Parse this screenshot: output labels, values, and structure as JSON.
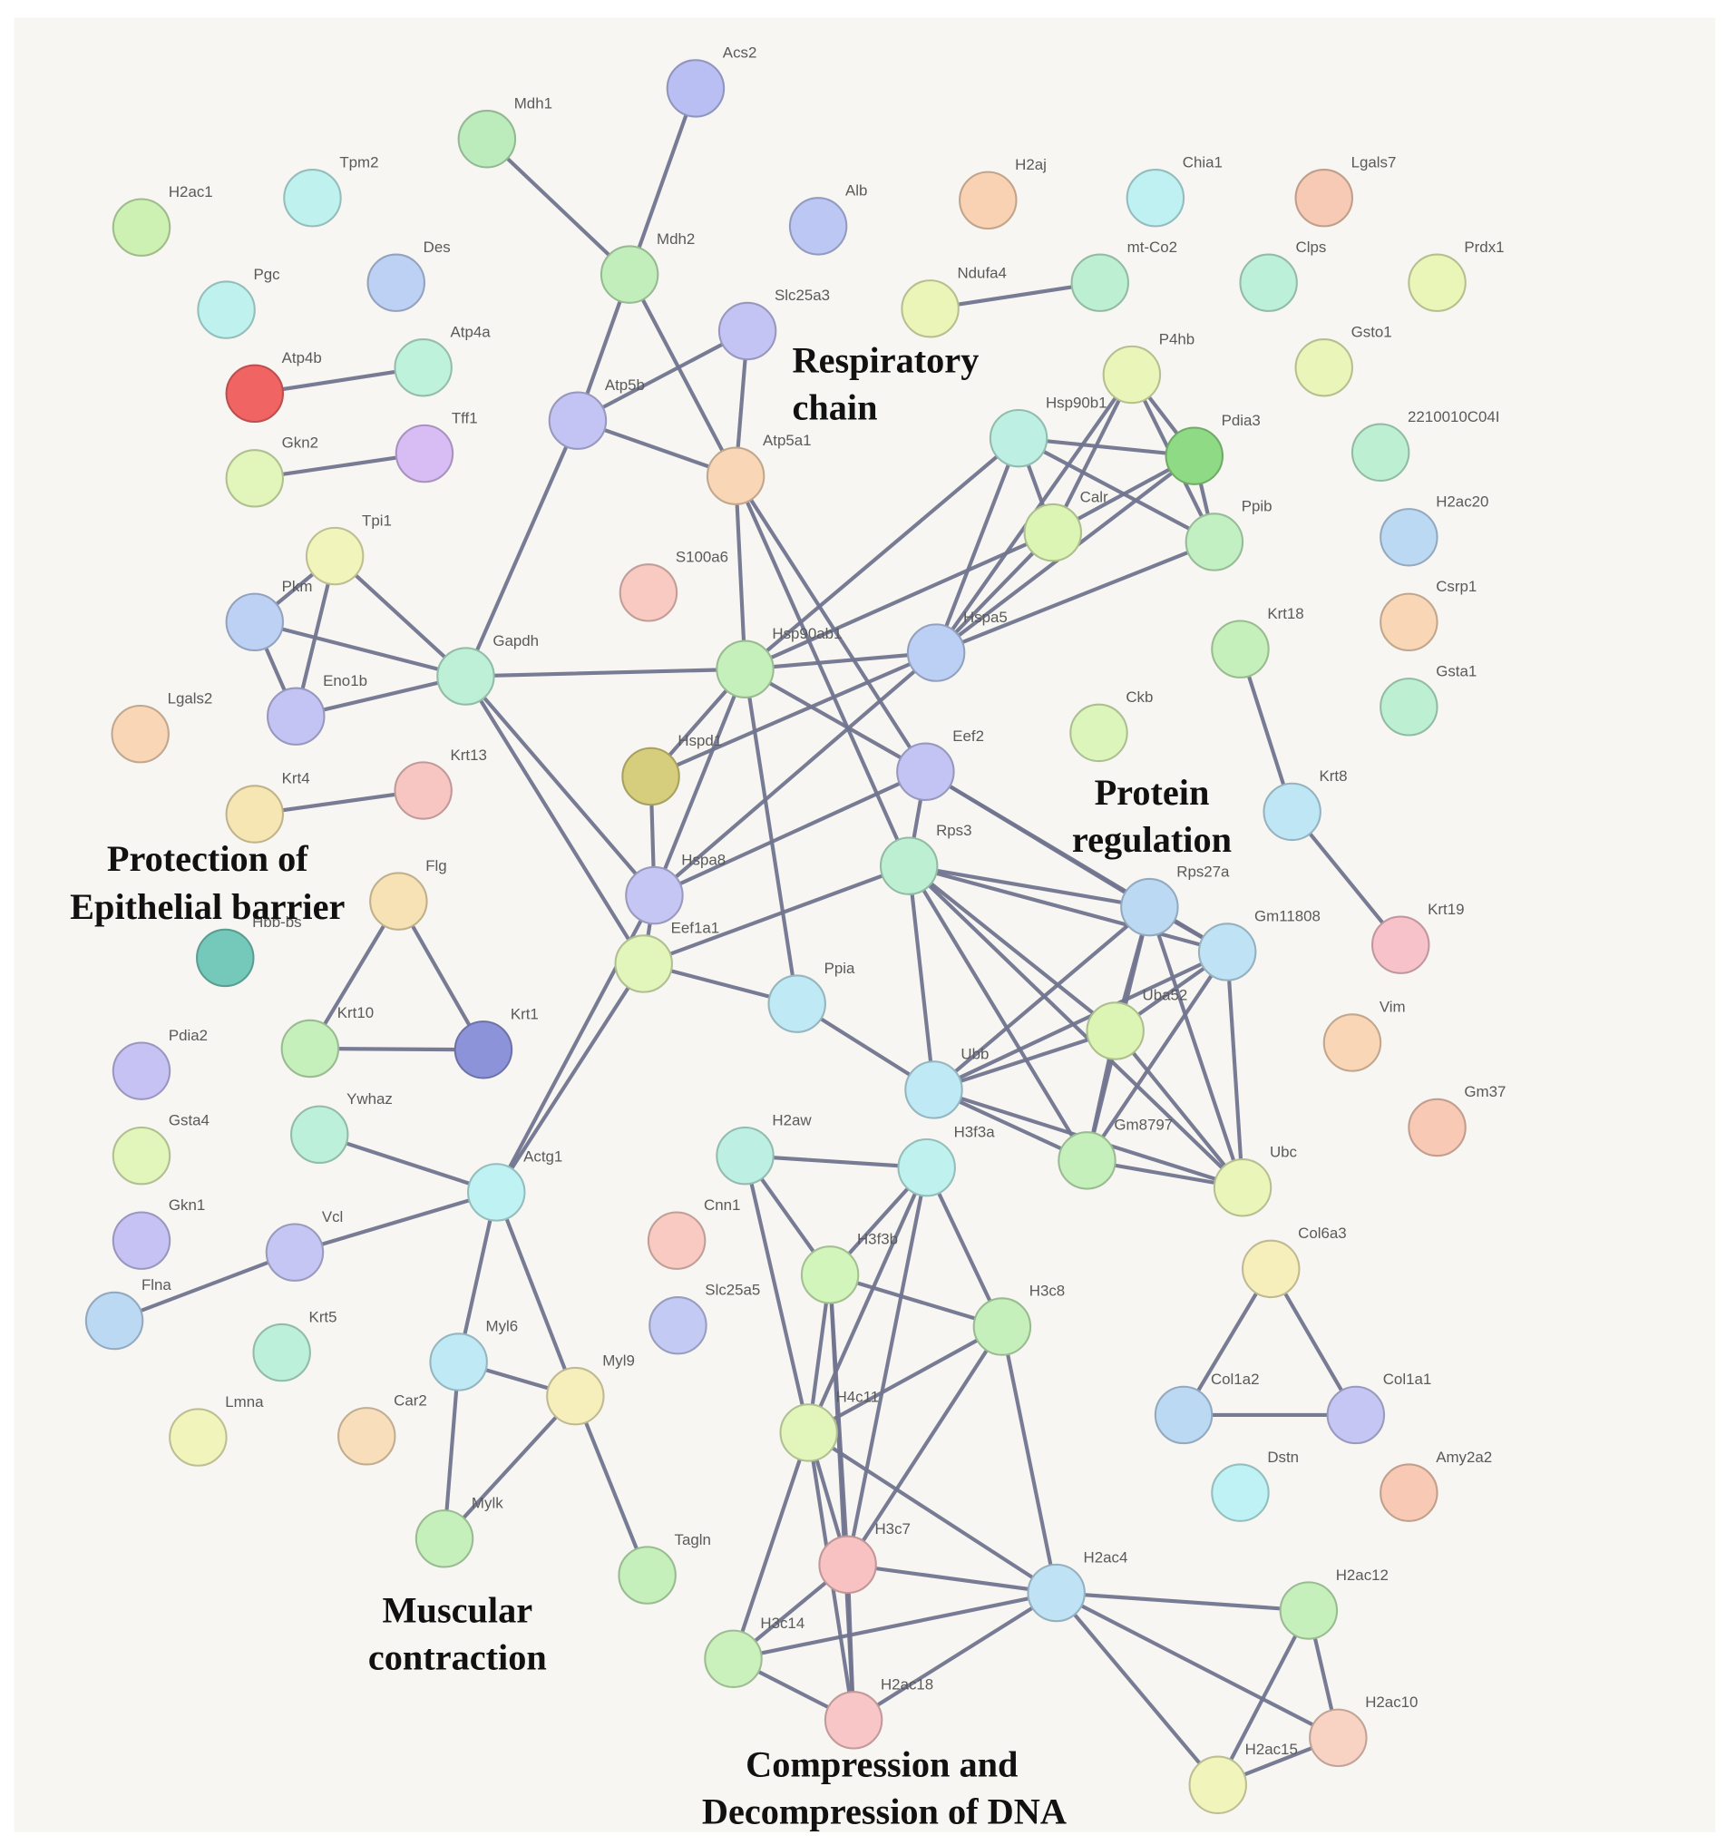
{
  "network": {
    "edge_color": "#72758f",
    "nodes": [
      {
        "label": "Acs2",
        "color": "#b9bff2"
      },
      {
        "label": "Mdh1",
        "color": "#bcecbc"
      },
      {
        "label": "Tpm2",
        "color": "#bff2ef"
      },
      {
        "label": "H2ac1",
        "color": "#cdf0b3"
      },
      {
        "label": "Alb",
        "color": "#bcc7f4"
      },
      {
        "label": "H2aj",
        "color": "#f8d2b2"
      },
      {
        "label": "Chia1",
        "color": "#bff1f2"
      },
      {
        "label": "Lgals7",
        "color": "#f6cab4"
      },
      {
        "label": "Mdh2",
        "color": "#c2eebb"
      },
      {
        "label": "Des",
        "color": "#bcd1f4"
      },
      {
        "label": "Ndufa4",
        "color": "#ebf5b8"
      },
      {
        "label": "mt-Co2",
        "color": "#bdf0d2"
      },
      {
        "label": "Clps",
        "color": "#bdf0d8"
      },
      {
        "label": "Prdx1",
        "color": "#eaf5b8"
      },
      {
        "label": "Pgc",
        "color": "#bff2ef"
      },
      {
        "label": "Slc25a3",
        "color": "#c3c3f4"
      },
      {
        "label": "Atp4b",
        "color": "#f16464"
      },
      {
        "label": "Atp4a",
        "color": "#bff2da"
      },
      {
        "label": "Gsto1",
        "color": "#eaf5ba"
      },
      {
        "label": "P4hb",
        "color": "#eaf5ba"
      },
      {
        "label": "Atp5b",
        "color": "#c3c3f4"
      },
      {
        "label": "Tff1",
        "color": "#d8bcf4"
      },
      {
        "label": "Hsp90b1",
        "color": "#bdf0e2"
      },
      {
        "label": "Pdia3",
        "color": "#8fda84"
      },
      {
        "label": "2210010C04I",
        "color": "#bdf0d2"
      },
      {
        "label": "Gkn2",
        "color": "#e2f5bb"
      },
      {
        "label": "Atp5a1",
        "color": "#f8d6b6"
      },
      {
        "label": "Calr",
        "color": "#dcf5b4"
      },
      {
        "label": "Ppib",
        "color": "#c3f0c3"
      },
      {
        "label": "H2ac20",
        "color": "#bcd9f4"
      },
      {
        "label": "Tpi1",
        "color": "#f2f5bb"
      },
      {
        "label": "S100a6",
        "color": "#f8cac2"
      },
      {
        "label": "Pkm",
        "color": "#bcd1f4"
      },
      {
        "label": "Csrp1",
        "color": "#f8d6b6"
      },
      {
        "label": "Krt18",
        "color": "#c6f0bb"
      },
      {
        "label": "Gapdh",
        "color": "#bdf0d6"
      },
      {
        "label": "Hsp90ab1",
        "color": "#c6f0bb"
      },
      {
        "label": "Hspa5",
        "color": "#bccff4"
      },
      {
        "label": "Gsta1",
        "color": "#bdf0d2"
      },
      {
        "label": "Eno1b",
        "color": "#c3c3f4"
      },
      {
        "label": "Lgals2",
        "color": "#f8d6b6"
      },
      {
        "label": "Ckb",
        "color": "#dcf5bb"
      },
      {
        "label": "Hspd1",
        "color": "#d6ce7c"
      },
      {
        "label": "Eef2",
        "color": "#c3c3f4"
      },
      {
        "label": "Krt13",
        "color": "#f8c6c2"
      },
      {
        "label": "Krt4",
        "color": "#f6e6b4"
      },
      {
        "label": "Krt8",
        "color": "#bfe6f4"
      },
      {
        "label": "Rps3",
        "color": "#bdf0d2"
      },
      {
        "label": "Hspa8",
        "color": "#c6c6f4"
      },
      {
        "label": "Flg",
        "color": "#f6e2b4"
      },
      {
        "label": "Rps27a",
        "color": "#bcd9f4"
      },
      {
        "label": "Hbb-bs",
        "color": "#74c9ba"
      },
      {
        "label": "Eef1a1",
        "color": "#e2f5bb"
      },
      {
        "label": "Gm11808",
        "color": "#bfe2f4"
      },
      {
        "label": "Krt19",
        "color": "#f8c2ca"
      },
      {
        "label": "Ppia",
        "color": "#bfe9f4"
      },
      {
        "label": "Uba52",
        "color": "#dcf5b4"
      },
      {
        "label": "Krt10",
        "color": "#c6f0bb"
      },
      {
        "label": "Krt1",
        "color": "#8c93d8"
      },
      {
        "label": "Pdia2",
        "color": "#c6c2f4"
      },
      {
        "label": "Vim",
        "color": "#f8d6b6"
      },
      {
        "label": "Ubb",
        "color": "#bfe9f4"
      },
      {
        "label": "Gm37",
        "color": "#f8cab6"
      },
      {
        "label": "Ywhaz",
        "color": "#bdf0da"
      },
      {
        "label": "H2aw",
        "color": "#bdf0e2"
      },
      {
        "label": "H3f3a",
        "color": "#bff2ee"
      },
      {
        "label": "Gsta4",
        "color": "#e2f5bb"
      },
      {
        "label": "Gm8797",
        "color": "#c6f0bb"
      },
      {
        "label": "Ubc",
        "color": "#eaf5ba"
      },
      {
        "label": "Actg1",
        "color": "#bff2f2"
      },
      {
        "label": "Gkn1",
        "color": "#c6c2f4"
      },
      {
        "label": "Cnn1",
        "color": "#f8cac2"
      },
      {
        "label": "Vcl",
        "color": "#c6c6f4"
      },
      {
        "label": "H3f3b",
        "color": "#d2f5bb"
      },
      {
        "label": "Col6a3",
        "color": "#f6eebb"
      },
      {
        "label": "Flna",
        "color": "#bcd9f4"
      },
      {
        "label": "Slc25a5",
        "color": "#c3caf4"
      },
      {
        "label": "H3c8",
        "color": "#c6f0bb"
      },
      {
        "label": "Krt5",
        "color": "#bdf0da"
      },
      {
        "label": "Myl6",
        "color": "#bfe9f4"
      },
      {
        "label": "Myl9",
        "color": "#f6eebb"
      },
      {
        "label": "Col1a2",
        "color": "#bcd9f4"
      },
      {
        "label": "Col1a1",
        "color": "#c6c6f4"
      },
      {
        "label": "Lmna",
        "color": "#f2f5bb"
      },
      {
        "label": "Car2",
        "color": "#f8deba"
      },
      {
        "label": "H4c11",
        "color": "#e2f5bb"
      },
      {
        "label": "Dstn",
        "color": "#bff2f4"
      },
      {
        "label": "Amy2a2",
        "color": "#f8cab6"
      },
      {
        "label": "Mylk",
        "color": "#c6f0bb"
      },
      {
        "label": "Tagln",
        "color": "#c6f0bb"
      },
      {
        "label": "H3c7",
        "color": "#f8c2c2"
      },
      {
        "label": "H2ac4",
        "color": "#bfe2f4"
      },
      {
        "label": "H2ac12",
        "color": "#c6f0bb"
      },
      {
        "label": "H3c14",
        "color": "#caf0bb"
      },
      {
        "label": "H2ac18",
        "color": "#f8c6c6"
      },
      {
        "label": "H2ac10",
        "color": "#f8d2c2"
      },
      {
        "label": "H2ac15",
        "color": "#f2f5bb"
      }
    ],
    "edges": [
      [
        "Acs2",
        "Mdh2"
      ],
      [
        "Mdh1",
        "Mdh2"
      ],
      [
        "Mdh2",
        "Atp5b"
      ],
      [
        "Mdh2",
        "Atp5a1"
      ],
      [
        "Slc25a3",
        "Atp5b"
      ],
      [
        "Slc25a3",
        "Atp5a1"
      ],
      [
        "Atp5b",
        "Atp5a1"
      ],
      [
        "Atp5b",
        "Gapdh"
      ],
      [
        "Ndufa4",
        "mt-Co2"
      ],
      [
        "Atp4b",
        "Atp4a"
      ],
      [
        "Gkn2",
        "Tff1"
      ],
      [
        "Tpi1",
        "Pkm"
      ],
      [
        "Tpi1",
        "Eno1b"
      ],
      [
        "Tpi1",
        "Gapdh"
      ],
      [
        "Pkm",
        "Eno1b"
      ],
      [
        "Pkm",
        "Gapdh"
      ],
      [
        "Eno1b",
        "Gapdh"
      ],
      [
        "Gapdh",
        "Hsp90ab1"
      ],
      [
        "Gapdh",
        "Hspa8"
      ],
      [
        "Gapdh",
        "Eef1a1"
      ],
      [
        "Atp5a1",
        "Hsp90ab1"
      ],
      [
        "Atp5a1",
        "Eef2"
      ],
      [
        "Atp5a1",
        "Rps3"
      ],
      [
        "Hsp90b1",
        "Pdia3"
      ],
      [
        "Hsp90b1",
        "Calr"
      ],
      [
        "Hsp90b1",
        "Ppib"
      ],
      [
        "Hsp90b1",
        "Hspa5"
      ],
      [
        "Hsp90b1",
        "Hsp90ab1"
      ],
      [
        "P4hb",
        "Pdia3"
      ],
      [
        "P4hb",
        "Calr"
      ],
      [
        "P4hb",
        "Hspa5"
      ],
      [
        "P4hb",
        "Ppib"
      ],
      [
        "Pdia3",
        "Calr"
      ],
      [
        "Pdia3",
        "Ppib"
      ],
      [
        "Pdia3",
        "Hspa5"
      ],
      [
        "Calr",
        "Hspa5"
      ],
      [
        "Ppib",
        "Hspa5"
      ],
      [
        "Calr",
        "Hsp90ab1"
      ],
      [
        "Hspa5",
        "Hsp90ab1"
      ],
      [
        "Hspa5",
        "Hspa8"
      ],
      [
        "Hspa5",
        "Hspd1"
      ],
      [
        "Hsp90ab1",
        "Hspd1"
      ],
      [
        "Hsp90ab1",
        "Hspa8"
      ],
      [
        "Hsp90ab1",
        "Ppia"
      ],
      [
        "Hsp90ab1",
        "Eef2"
      ],
      [
        "Hspd1",
        "Hspa8"
      ],
      [
        "Hspa8",
        "Eef2"
      ],
      [
        "Hspa8",
        "Eef1a1"
      ],
      [
        "Eef2",
        "Rps3"
      ],
      [
        "Eef2",
        "Rps27a"
      ],
      [
        "Eef2",
        "Gm11808"
      ],
      [
        "Eef1a1",
        "Ppia"
      ],
      [
        "Eef1a1",
        "Actg1"
      ],
      [
        "Eef1a1",
        "Rps3"
      ],
      [
        "Ppia",
        "Ubb"
      ],
      [
        "Rps3",
        "Rps27a"
      ],
      [
        "Rps3",
        "Gm11808"
      ],
      [
        "Rps3",
        "Uba52"
      ],
      [
        "Rps3",
        "Ubb"
      ],
      [
        "Rps3",
        "Gm8797"
      ],
      [
        "Rps3",
        "Ubc"
      ],
      [
        "Rps27a",
        "Gm11808"
      ],
      [
        "Rps27a",
        "Uba52"
      ],
      [
        "Rps27a",
        "Ubb"
      ],
      [
        "Rps27a",
        "Gm8797"
      ],
      [
        "Rps27a",
        "Ubc"
      ],
      [
        "Gm11808",
        "Uba52"
      ],
      [
        "Gm11808",
        "Ubb"
      ],
      [
        "Gm11808",
        "Gm8797"
      ],
      [
        "Gm11808",
        "Ubc"
      ],
      [
        "Uba52",
        "Ubb"
      ],
      [
        "Uba52",
        "Gm8797"
      ],
      [
        "Uba52",
        "Ubc"
      ],
      [
        "Ubb",
        "Gm8797"
      ],
      [
        "Ubb",
        "Ubc"
      ],
      [
        "Gm8797",
        "Ubc"
      ],
      [
        "Krt18",
        "Krt8"
      ],
      [
        "Krt8",
        "Krt19"
      ],
      [
        "Krt4",
        "Krt13"
      ],
      [
        "Flg",
        "Krt10"
      ],
      [
        "Flg",
        "Krt1"
      ],
      [
        "Krt10",
        "Krt1"
      ],
      [
        "Ywhaz",
        "Actg1"
      ],
      [
        "Actg1",
        "Vcl"
      ],
      [
        "Actg1",
        "Myl6"
      ],
      [
        "Actg1",
        "Myl9"
      ],
      [
        "Actg1",
        "Hspa8"
      ],
      [
        "Vcl",
        "Flna"
      ],
      [
        "Myl6",
        "Myl9"
      ],
      [
        "Myl6",
        "Mylk"
      ],
      [
        "Myl9",
        "Mylk"
      ],
      [
        "Myl9",
        "Tagln"
      ],
      [
        "Col6a3",
        "Col1a2"
      ],
      [
        "Col6a3",
        "Col1a1"
      ],
      [
        "Col1a2",
        "Col1a1"
      ],
      [
        "H2aw",
        "H3f3a"
      ],
      [
        "H2aw",
        "H3f3b"
      ],
      [
        "H2aw",
        "H4c11"
      ],
      [
        "H3f3a",
        "H3f3b"
      ],
      [
        "H3f3a",
        "H3c8"
      ],
      [
        "H3f3a",
        "H4c11"
      ],
      [
        "H3f3a",
        "H3c7"
      ],
      [
        "H3f3b",
        "H3c8"
      ],
      [
        "H3f3b",
        "H4c11"
      ],
      [
        "H3f3b",
        "H3c7"
      ],
      [
        "H3f3b",
        "H2ac18"
      ],
      [
        "H3c8",
        "H4c11"
      ],
      [
        "H3c8",
        "H2ac4"
      ],
      [
        "H3c8",
        "H3c7"
      ],
      [
        "H4c11",
        "H3c7"
      ],
      [
        "H4c11",
        "H2ac4"
      ],
      [
        "H4c11",
        "H3c14"
      ],
      [
        "H4c11",
        "H2ac18"
      ],
      [
        "H3c7",
        "H2ac4"
      ],
      [
        "H3c7",
        "H3c14"
      ],
      [
        "H3c7",
        "H2ac18"
      ],
      [
        "H3c14",
        "H2ac4"
      ],
      [
        "H3c14",
        "H2ac18"
      ],
      [
        "H2ac18",
        "H2ac4"
      ],
      [
        "H2ac4",
        "H2ac12"
      ],
      [
        "H2ac4",
        "H2ac10"
      ],
      [
        "H2ac4",
        "H2ac15"
      ],
      [
        "H2ac12",
        "H2ac10"
      ],
      [
        "H2ac12",
        "H2ac15"
      ],
      [
        "H2ac10",
        "H2ac15"
      ]
    ]
  },
  "clusters": {
    "respiratory_chain": [
      "Respiratory",
      "chain"
    ],
    "protein_regulation": [
      "Protein",
      "regulation"
    ],
    "epithelial_barrier": [
      "Protection of",
      "Epithelial barrier"
    ],
    "muscular_contraction": [
      "Muscular",
      "contraction"
    ],
    "dna_compression": [
      "Compression and",
      "Decompression of DNA"
    ]
  }
}
